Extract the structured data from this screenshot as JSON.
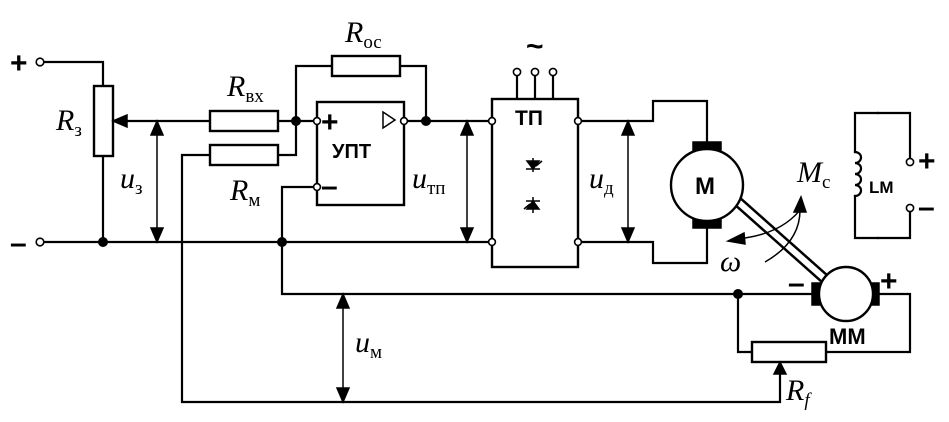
{
  "input": {
    "plus": "+",
    "minus": "–"
  },
  "labels": {
    "R_z": {
      "main": "R",
      "sub": "з"
    },
    "R_vx": {
      "main": "R",
      "sub": "вх"
    },
    "R_os": {
      "main": "R",
      "sub": "ос"
    },
    "R_m": {
      "main": "R",
      "sub": "м"
    },
    "u_z": {
      "main": "u",
      "sub": "з"
    },
    "u_tp": {
      "main": "u",
      "sub": "тп"
    },
    "u_d": {
      "main": "u",
      "sub": "д"
    },
    "u_m": {
      "main": "u",
      "sub": "м"
    },
    "M_c": {
      "main": "M",
      "sub": "с"
    },
    "R_f": {
      "main": "R",
      "sub": "f"
    },
    "omega": "ω"
  },
  "amplifier": {
    "name": "УПТ",
    "plus": "+",
    "minus": "–"
  },
  "converter": {
    "name": "ТП",
    "ac": "~"
  },
  "motor": {
    "name": "М"
  },
  "measuring_machine": {
    "name": "ММ",
    "minus": "–",
    "plus": "+"
  },
  "field_winding": {
    "name": "LM",
    "plus": "+",
    "minus": "–"
  }
}
